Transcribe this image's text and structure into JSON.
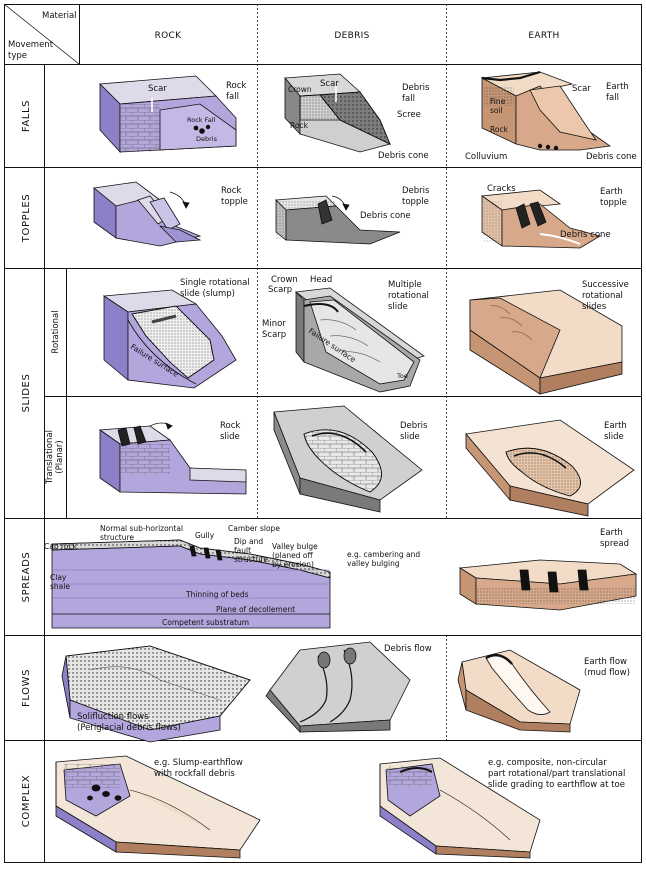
{
  "header": {
    "material": "Material",
    "movement_type_1": "Movement",
    "movement_type_2": "type",
    "rock": "ROCK",
    "debris": "DEBRIS",
    "earth": "EARTH"
  },
  "rows": {
    "falls": "FALLS",
    "topples": "TOPPLES",
    "slides": "SLIDES",
    "rotational": "Rotational",
    "translational_1": "Translational",
    "translational_2": "(Planar)",
    "spreads": "SPREADS",
    "flows": "FLOWS",
    "complex": "COMPLEX"
  },
  "falls": {
    "rock_scar": "Scar",
    "rock_title_1": "Rock",
    "rock_title_2": "fall",
    "rock_debris_1": "Rock Fall",
    "rock_debris_2": "Debris",
    "debris_scar": "Scar",
    "debris_crown": "Crown",
    "debris_rock": "Rock",
    "debris_title_1": "Debris",
    "debris_title_2": "fall",
    "debris_scree": "Scree",
    "debris_cone": "Debris cone",
    "earth_fine_1": "Fine",
    "earth_fine_2": "soil",
    "earth_rock": "Rock",
    "earth_scar": "Scar",
    "earth_title_1": "Earth",
    "earth_title_2": "fall",
    "earth_colluvium": "Colluvium",
    "earth_cone": "Debris cone"
  },
  "topples": {
    "rock_title_1": "Rock",
    "rock_title_2": "topple",
    "debris_title_1": "Debris",
    "debris_title_2": "topple",
    "debris_cone": "Debris cone",
    "earth_cracks": "Cracks",
    "earth_title_1": "Earth",
    "earth_title_2": "topple",
    "earth_cone": "Debris cone"
  },
  "rotational": {
    "rock_title_1": "Single rotational",
    "rock_title_2": "slide (slump)",
    "rock_failure": "Failure surface",
    "debris_crown": "Crown",
    "debris_head": "Head",
    "debris_scarp": "Scarp",
    "debris_minor_1": "Minor",
    "debris_minor_2": "Scarp",
    "debris_title_1": "Multiple",
    "debris_title_2": "rotational",
    "debris_title_3": "slide",
    "debris_failure": "Failure surface",
    "debris_toe": "Toe",
    "earth_title_1": "Successive",
    "earth_title_2": "rotational",
    "earth_title_3": "slides"
  },
  "translational": {
    "rock_title_1": "Rock",
    "rock_title_2": "slide",
    "debris_title_1": "Debris",
    "debris_title_2": "slide",
    "earth_title_1": "Earth",
    "earth_title_2": "slide"
  },
  "spreads": {
    "normal_1": "Normal sub-horizontal",
    "normal_2": "structure",
    "gully": "Gully",
    "camber": "Camber slope",
    "dip_1": "Dip and",
    "dip_2": "fault",
    "dip_3": "structure",
    "valley_1": "Valley bulge",
    "valley_2": "(planed off",
    "valley_3": "by erosion)",
    "cap_rock": "Cap rock",
    "clay_1": "Clay",
    "clay_2": "shale",
    "thinning": "Thinning of beds",
    "plane": "Plane of decollement",
    "competent": "Competent substratum",
    "eg_1": "e.g. cambering and",
    "eg_2": "valley bulging",
    "earth_title_1": "Earth",
    "earth_title_2": "spread"
  },
  "flows": {
    "solif_1": "Solifluction flows",
    "solif_2": "(Periglacial debris flows)",
    "debris_title": "Debris flow",
    "earth_title_1": "Earth flow",
    "earth_title_2": "(mud flow)"
  },
  "complex": {
    "a_1": "e.g. Slump-earthflow",
    "a_2": "with rockfall debris",
    "b_1": "e.g. composite, non-circular",
    "b_2": "part rotational/part translational",
    "b_3": "slide grading to earthflow at toe"
  },
  "colors": {
    "rock": "#b3a6dd",
    "rock_side": "#8e80c8",
    "rock_top": "#dedae9",
    "debris": "#9a9a9a",
    "debris_dark": "#6f6f6f",
    "earth": "#d7a98a",
    "earth_light": "#f2dcc8",
    "line": "#111111"
  }
}
